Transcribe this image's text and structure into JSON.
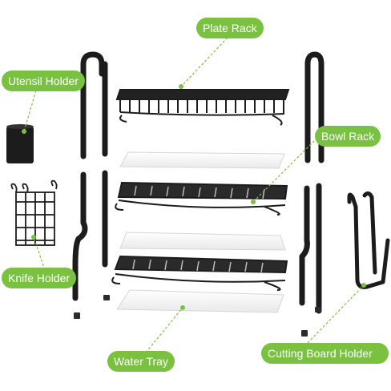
{
  "accent": "#7ac142",
  "frame_color": "#1c1c1c",
  "tray_color": "#ffffff",
  "labels": {
    "plate_rack": "Plate Rack",
    "utensil_holder": "Utensil Holder",
    "bowl_rack": "Bowl Rack",
    "knife_holder": "Knife Holder",
    "water_tray": "Water Tray",
    "cutting_board_holder": "Cutting Board Holder"
  }
}
